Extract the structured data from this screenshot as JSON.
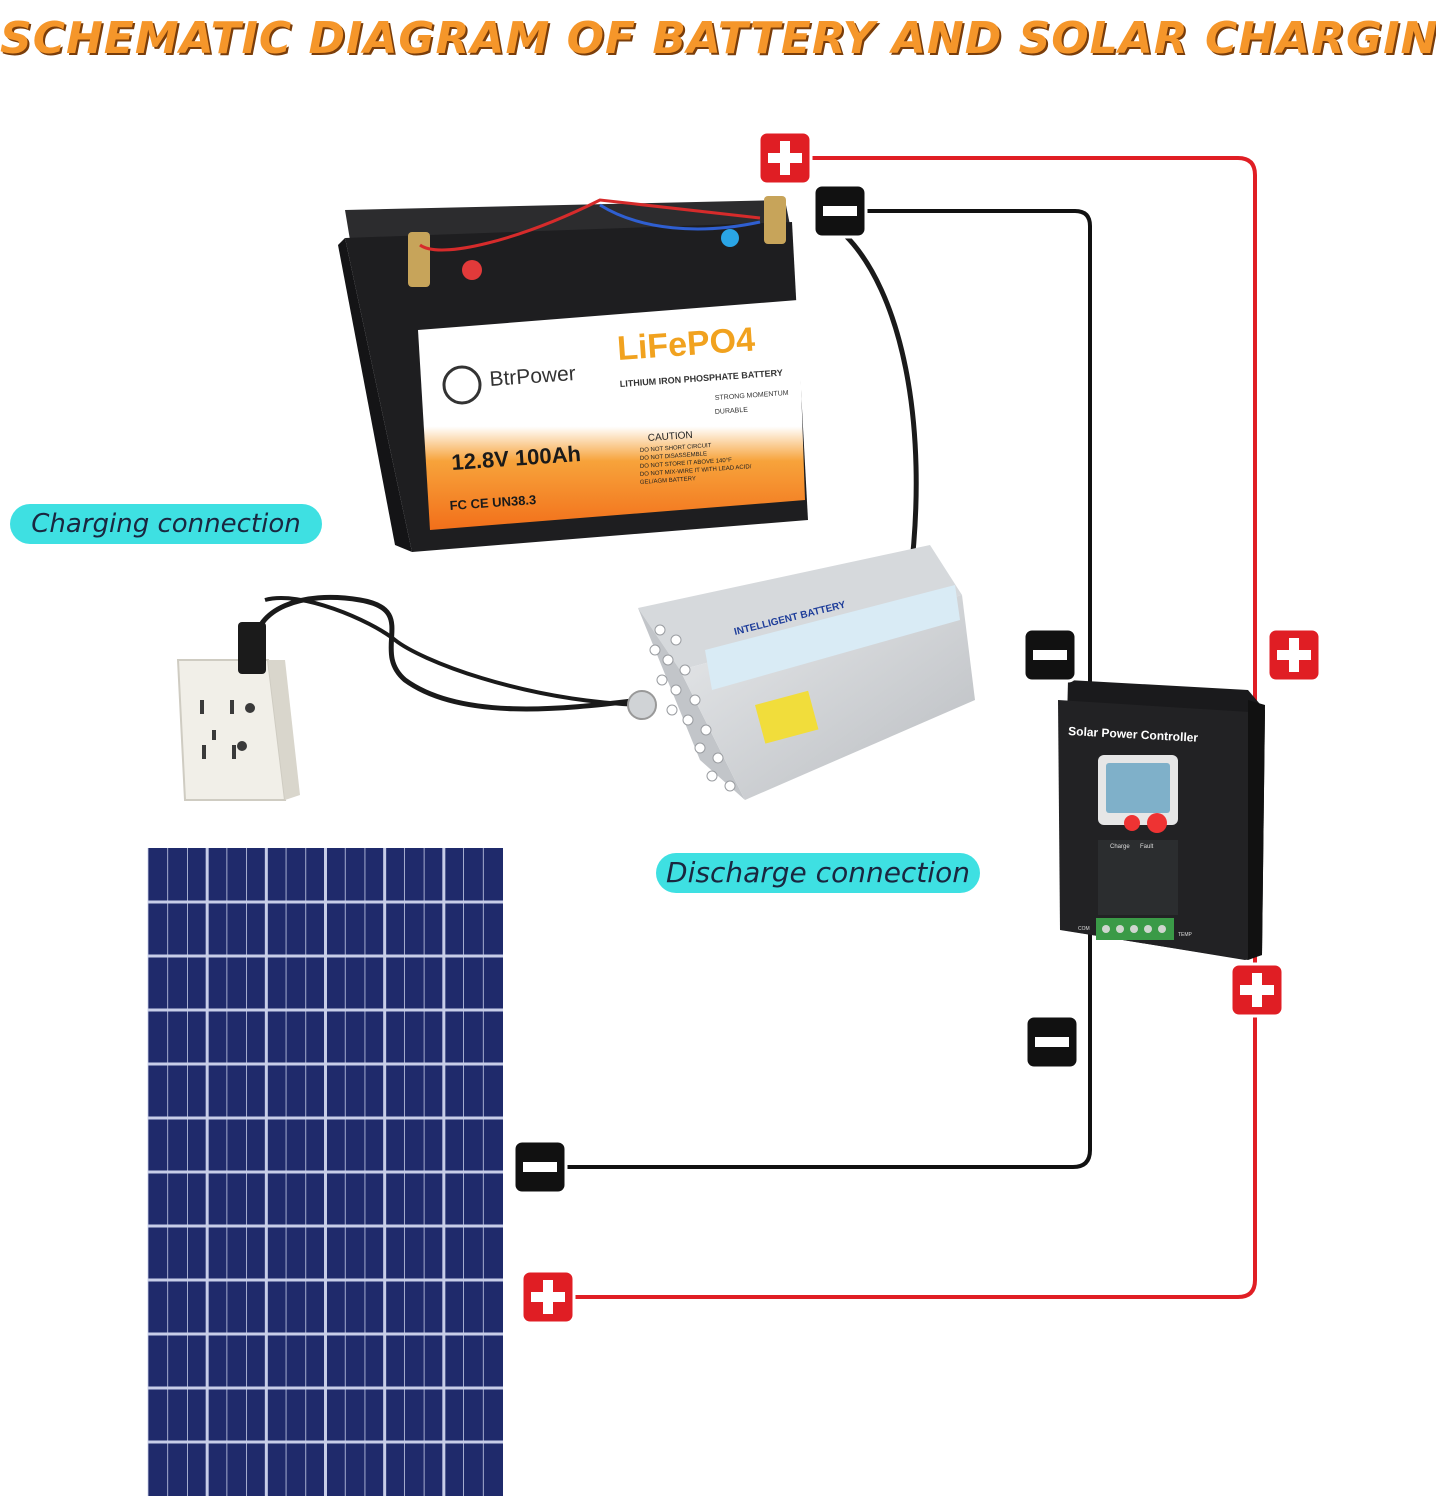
{
  "title": "SCHEMATIC DIAGRAM OF BATTERY AND SOLAR CHARGING",
  "labels": {
    "charging": "Charging connection",
    "discharge": "Discharge connection"
  },
  "battery": {
    "brand": "BtrPower",
    "chemistry": "LiFePO4",
    "subtitle": "LITHIUM IRON PHOSPHATE BATTERY",
    "features": [
      "STRONG MOMENTUM",
      "DURABLE"
    ],
    "caution_title": "CAUTION",
    "caution_lines": [
      "DO NOT SHORT CIRCUIT",
      "DO NOT DISASSEMBLE",
      "DO NOT STORE IT ABOVE 140°F",
      "DO NOT MIX-WIRE IT WITH LEAD ACID/",
      "GEL/AGM BATTERY"
    ],
    "rating": "12.8V 100Ah",
    "certs": "FC CE UN38.3"
  },
  "charger": {
    "label": "INTELLIGENT BATTERY"
  },
  "controller": {
    "name": "Solar Power Controller",
    "left_term": "COM",
    "right_term": "TEMP",
    "leds": [
      "Charge",
      "Fault"
    ]
  },
  "terminals": {
    "plus": "+",
    "minus": "−"
  },
  "colors": {
    "positive": "#e01e24",
    "negative": "#111111",
    "title": "#f5962a",
    "pill": "#3ee0e2",
    "panel": "#1f2a6b"
  }
}
